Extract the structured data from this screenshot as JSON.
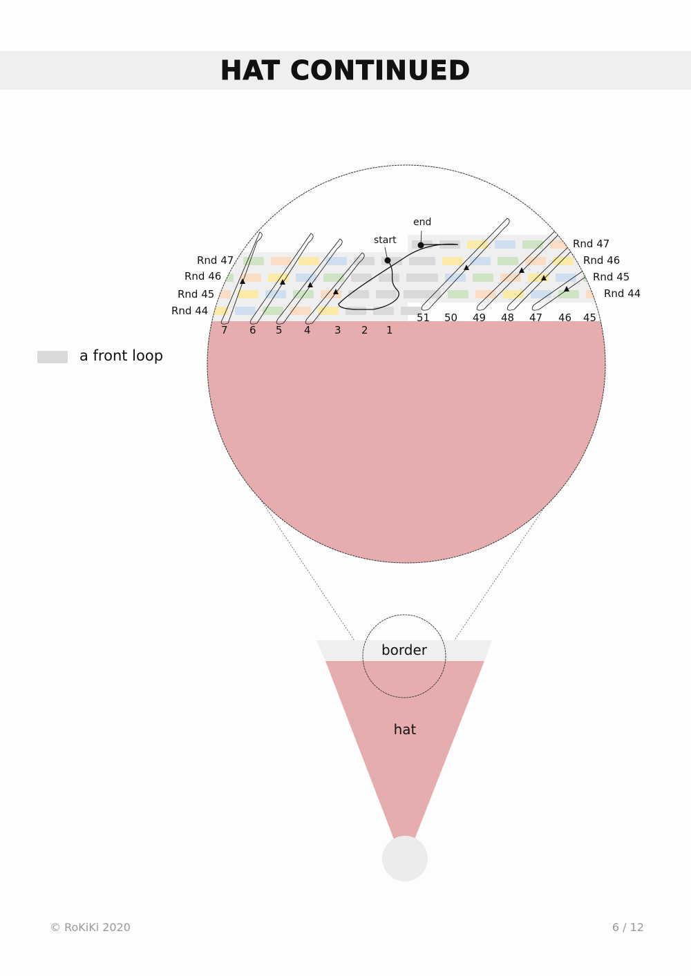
{
  "header": {
    "title": "HAT CONTINUED"
  },
  "legend": {
    "label": "a front loop",
    "swatch_color": "#d9d9d9"
  },
  "diagram": {
    "start_label": "start",
    "end_label": "end",
    "left_rounds": [
      "Rnd 47",
      "Rnd 46",
      "Rnd 45",
      "Rnd 44"
    ],
    "right_rounds": [
      "Rnd 47",
      "Rnd 46",
      "Rnd 45",
      "Rnd 44"
    ],
    "left_stitches": [
      "7",
      "6",
      "5",
      "4",
      "3",
      "2",
      "1"
    ],
    "right_stitches": [
      "51",
      "50",
      "49",
      "48",
      "47",
      "46",
      "45"
    ],
    "border_label": "border",
    "hat_label": "hat",
    "colors": {
      "hat_pink": "#e6adae",
      "border_gray": "#efefef",
      "front_loop_gray": "#d9d9d9",
      "stitch_orange": "#fbdcc4",
      "stitch_yellow": "#fbeaa8",
      "stitch_green": "#cfe4c4",
      "stitch_blue": "#cfdff0"
    }
  },
  "footer": {
    "copyright": "© RoKiKi 2020",
    "page": "6 / 12"
  }
}
